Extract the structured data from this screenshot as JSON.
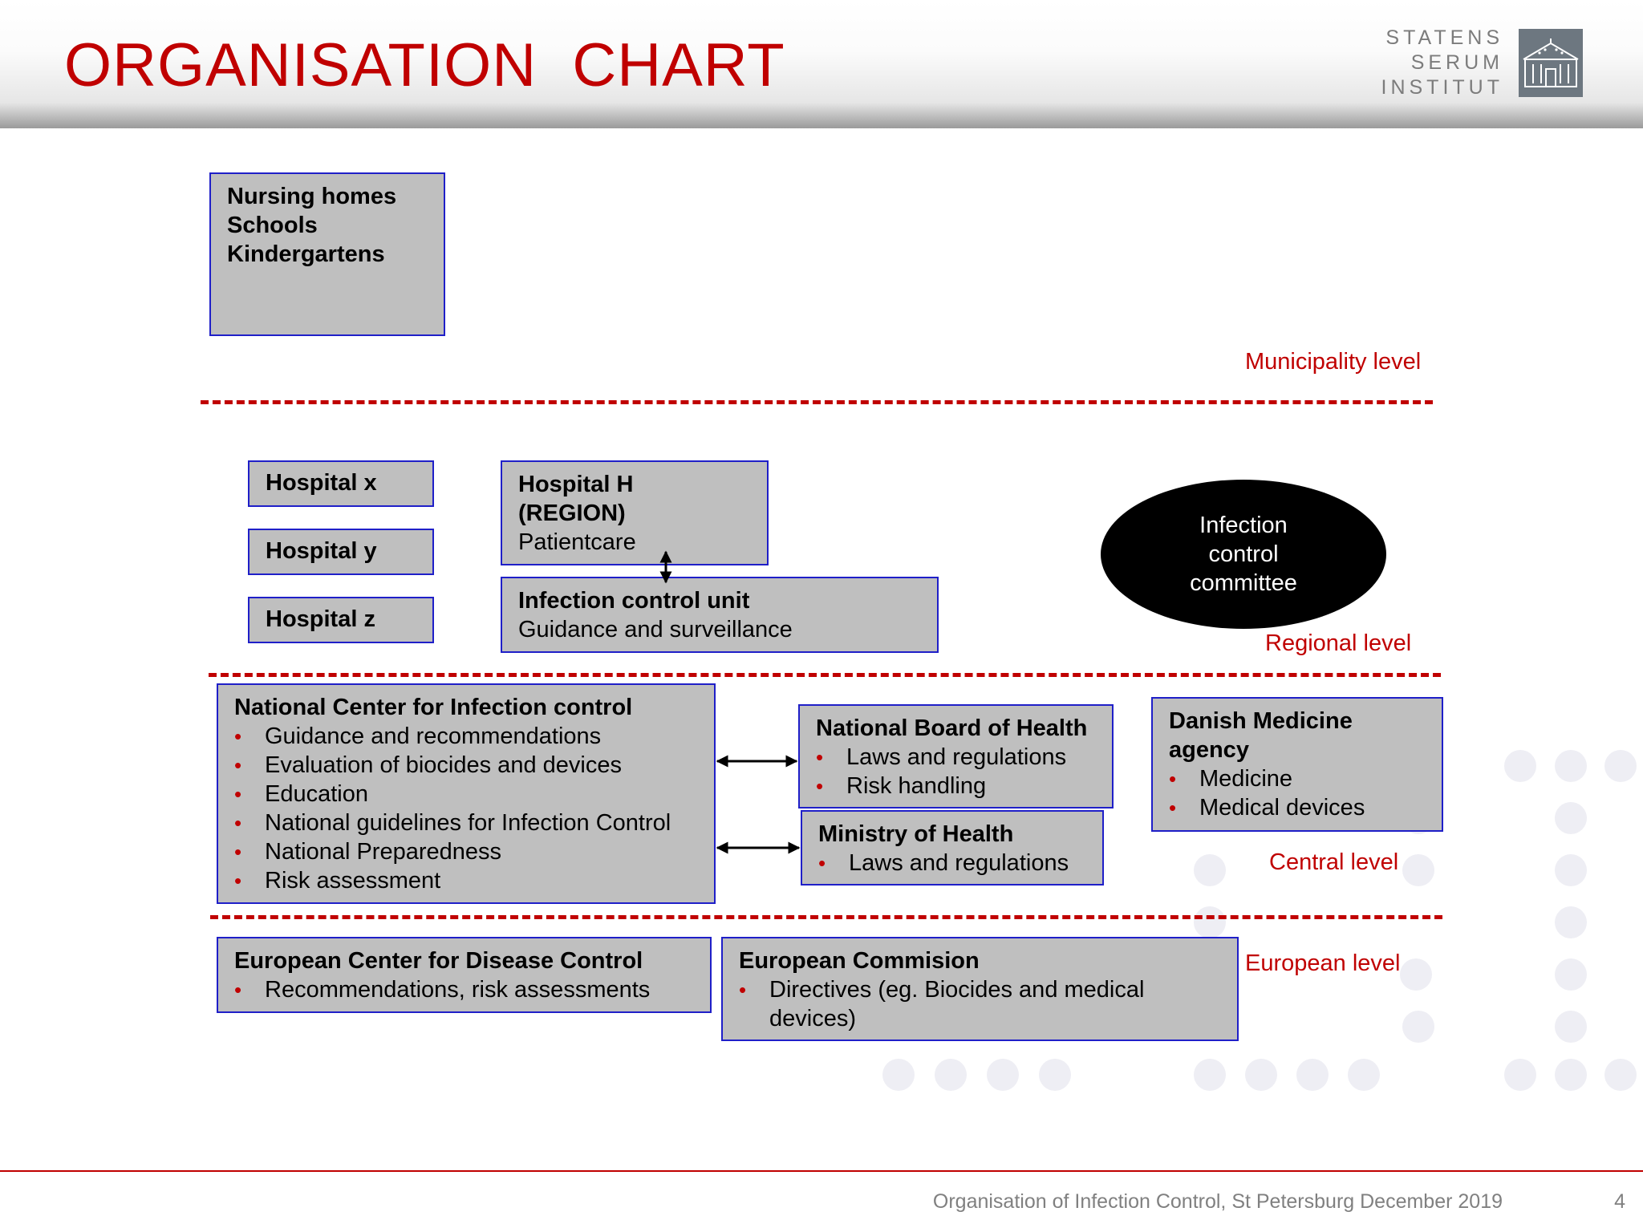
{
  "header": {
    "title": "ORGANISATION  CHART",
    "logo_lines": [
      "STATENS",
      "SERUM",
      "INSTITUT"
    ],
    "logo_icon": "building-icon"
  },
  "levels": {
    "municipality": "Municipality level",
    "regional": "Regional level",
    "central": "Central level",
    "european": "European level"
  },
  "municipality": {
    "lines": [
      "Nursing homes",
      "Schools",
      "Kindergartens"
    ]
  },
  "regional": {
    "hospitals": [
      "Hospital x",
      "Hospital y",
      "Hospital z"
    ],
    "hospital_h": {
      "line1": "Hospital H",
      "line2": "(REGION)",
      "line3": "Patientcare"
    },
    "infection_unit": {
      "title": "Infection control unit",
      "text": "Guidance and surveillance"
    },
    "committee": "Infection control committee"
  },
  "central": {
    "national_center": {
      "title": "National Center for Infection control",
      "items": [
        "Guidance and recommendations",
        "Evaluation of biocides and devices",
        "Education",
        "National guidelines for Infection Control",
        "National Preparedness",
        "Risk assessment"
      ]
    },
    "board": {
      "title": "National Board of Health",
      "items": [
        "Laws and regulations",
        "Risk handling"
      ]
    },
    "ministry": {
      "title": "Ministry of Health",
      "items": [
        "Laws and regulations"
      ]
    },
    "medicine_agency": {
      "title_line1": "Danish Medicine",
      "title_line2": "agency",
      "items": [
        "Medicine",
        "Medical devices"
      ]
    }
  },
  "european": {
    "ecdc": {
      "title": "European Center for Disease Control",
      "items": [
        "Recommendations, risk assessments"
      ]
    },
    "commission": {
      "title": "European Commision",
      "items": [
        "Directives (eg. Biocides and medical devices)"
      ]
    }
  },
  "colors": {
    "accent": "#c00000",
    "box_fill": "#bfbfbf",
    "box_border": "#1f1fc8"
  },
  "footer": {
    "text": "Organisation of Infection Control, St Petersburg December 2019",
    "page": "4"
  }
}
